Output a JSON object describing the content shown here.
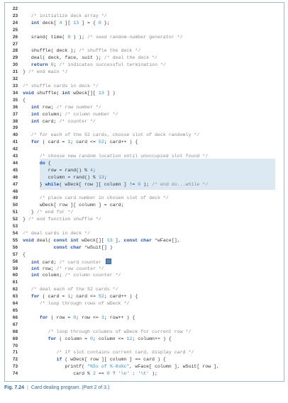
{
  "code_lines": [
    {
      "n": "22",
      "indent": 0,
      "tokens": []
    },
    {
      "n": "23",
      "indent": 3,
      "tokens": [
        [
          "cm",
          "/* initialize deck array */"
        ]
      ]
    },
    {
      "n": "24",
      "indent": 3,
      "tokens": [
        [
          "kw",
          "int"
        ],
        [
          "t",
          " deck[ "
        ],
        [
          "nm",
          "4"
        ],
        [
          "t",
          " ][ "
        ],
        [
          "nm",
          "13"
        ],
        [
          "t",
          " ] = { "
        ],
        [
          "nm",
          "0"
        ],
        [
          "t",
          " };"
        ]
      ]
    },
    {
      "n": "25",
      "indent": 0,
      "tokens": []
    },
    {
      "n": "26",
      "indent": 3,
      "tokens": [
        [
          "t",
          "srand( time( "
        ],
        [
          "nm",
          "0"
        ],
        [
          "t",
          " ) ); "
        ],
        [
          "cm",
          "/* seed random-number generator */"
        ]
      ]
    },
    {
      "n": "27",
      "indent": 0,
      "tokens": []
    },
    {
      "n": "28",
      "indent": 3,
      "tokens": [
        [
          "t",
          "shuffle( deck ); "
        ],
        [
          "cm",
          "/* shuffle the deck */"
        ]
      ]
    },
    {
      "n": "29",
      "indent": 3,
      "tokens": [
        [
          "t",
          "deal( deck, face, suit ); "
        ],
        [
          "cm",
          "/* deal the deck */"
        ]
      ]
    },
    {
      "n": "30",
      "indent": 3,
      "tokens": [
        [
          "kw",
          "return"
        ],
        [
          "t",
          " "
        ],
        [
          "nm",
          "0"
        ],
        [
          "t",
          "; "
        ],
        [
          "cm",
          "/* indicates successful termination */"
        ]
      ]
    },
    {
      "n": "31",
      "indent": 0,
      "tokens": [
        [
          "t",
          "} "
        ],
        [
          "cm",
          "/* end main */"
        ]
      ]
    },
    {
      "n": "32",
      "indent": 0,
      "tokens": []
    },
    {
      "n": "33",
      "indent": 0,
      "tokens": [
        [
          "cm",
          "/* shuffle cards in deck */"
        ]
      ]
    },
    {
      "n": "34",
      "indent": 0,
      "tokens": [
        [
          "kw",
          "void"
        ],
        [
          "t",
          " shuffle( "
        ],
        [
          "kw",
          "int"
        ],
        [
          "t",
          " wDeck[][ "
        ],
        [
          "nm",
          "13"
        ],
        [
          "t",
          " ] )"
        ]
      ]
    },
    {
      "n": "35",
      "indent": 0,
      "tokens": [
        [
          "t",
          "{"
        ]
      ]
    },
    {
      "n": "36",
      "indent": 3,
      "tokens": [
        [
          "kw",
          "int"
        ],
        [
          "t",
          " row; "
        ],
        [
          "cm",
          "/* row number */"
        ]
      ]
    },
    {
      "n": "37",
      "indent": 3,
      "tokens": [
        [
          "kw",
          "int"
        ],
        [
          "t",
          " column; "
        ],
        [
          "cm",
          "/* column number */"
        ]
      ]
    },
    {
      "n": "38",
      "indent": 3,
      "tokens": [
        [
          "kw",
          "int"
        ],
        [
          "t",
          " card; "
        ],
        [
          "cm",
          "/* counter */"
        ]
      ]
    },
    {
      "n": "39",
      "indent": 0,
      "tokens": []
    },
    {
      "n": "40",
      "indent": 3,
      "tokens": [
        [
          "cm",
          "/* for each of the 52 cards, choose slot of deck randomly */"
        ]
      ]
    },
    {
      "n": "41",
      "indent": 3,
      "tokens": [
        [
          "kw",
          "for"
        ],
        [
          "t",
          " ( card = "
        ],
        [
          "nm",
          "1"
        ],
        [
          "t",
          "; card <= "
        ],
        [
          "nm",
          "52"
        ],
        [
          "t",
          "; card++ ) {"
        ]
      ]
    },
    {
      "n": "42",
      "indent": 0,
      "tokens": []
    },
    {
      "n": "43",
      "indent": 6,
      "tokens": [
        [
          "cm",
          "/* choose new random location until unoccupied slot found */"
        ]
      ]
    },
    {
      "n": "44",
      "indent": 6,
      "tokens": [
        [
          "kw",
          "do"
        ],
        [
          "t",
          " {"
        ]
      ]
    },
    {
      "n": "45",
      "indent": 9,
      "tokens": [
        [
          "t",
          "row = rand() % "
        ],
        [
          "nm",
          "4"
        ],
        [
          "t",
          ";"
        ]
      ]
    },
    {
      "n": "46",
      "indent": 9,
      "tokens": [
        [
          "t",
          "column = rand() % "
        ],
        [
          "nm",
          "13"
        ],
        [
          "t",
          ";"
        ]
      ]
    },
    {
      "n": "47",
      "indent": 6,
      "tokens": [
        [
          "t",
          "} "
        ],
        [
          "kw",
          "while"
        ],
        [
          "t",
          "( wDeck[ row ][ column ] != "
        ],
        [
          "nm",
          "0"
        ],
        [
          "t",
          " ); "
        ],
        [
          "cm",
          "/* end do...while */"
        ]
      ]
    },
    {
      "n": "48",
      "indent": 0,
      "tokens": []
    },
    {
      "n": "49",
      "indent": 6,
      "tokens": [
        [
          "cm",
          "/* place card number in chosen slot of deck */"
        ]
      ]
    },
    {
      "n": "50",
      "indent": 6,
      "tokens": [
        [
          "t",
          "wDeck[ row ][ column ] = card;"
        ]
      ]
    },
    {
      "n": "51",
      "indent": 3,
      "tokens": [
        [
          "t",
          "} "
        ],
        [
          "cm",
          "/* end for */"
        ]
      ]
    },
    {
      "n": "52",
      "indent": 0,
      "tokens": [
        [
          "t",
          "} "
        ],
        [
          "cm",
          "/* end function shuffle */"
        ]
      ]
    },
    {
      "n": "53",
      "indent": 0,
      "tokens": []
    },
    {
      "n": "54",
      "indent": 0,
      "tokens": [
        [
          "cm",
          "/* deal cards in deck */"
        ]
      ]
    },
    {
      "n": "55",
      "indent": 0,
      "tokens": [
        [
          "kw",
          "void"
        ],
        [
          "t",
          " deal( "
        ],
        [
          "kw",
          "const int"
        ],
        [
          "t",
          " wDeck[][ "
        ],
        [
          "nm",
          "13"
        ],
        [
          "t",
          " ], "
        ],
        [
          "kw",
          "const char"
        ],
        [
          "t",
          " *wFace[],"
        ]
      ]
    },
    {
      "n": "56",
      "indent": 11,
      "tokens": [
        [
          "kw",
          "const char"
        ],
        [
          "t",
          " *wSuit[] )"
        ]
      ]
    },
    {
      "n": "57",
      "indent": 0,
      "tokens": [
        [
          "t",
          "{"
        ]
      ]
    },
    {
      "n": "58",
      "indent": 3,
      "tokens": [
        [
          "kw",
          "int"
        ],
        [
          "t",
          " card; "
        ],
        [
          "cm",
          "/* card counter "
        ],
        [
          "icon",
          "cursor-icon"
        ]
      ]
    },
    {
      "n": "59",
      "indent": 3,
      "tokens": [
        [
          "kw",
          "int"
        ],
        [
          "t",
          " row; "
        ],
        [
          "cm",
          "/* row counter */"
        ]
      ]
    },
    {
      "n": "60",
      "indent": 3,
      "tokens": [
        [
          "kw",
          "int"
        ],
        [
          "t",
          " column; "
        ],
        [
          "cm",
          "/* column counter */"
        ]
      ]
    },
    {
      "n": "61",
      "indent": 0,
      "tokens": []
    },
    {
      "n": "62",
      "indent": 3,
      "tokens": [
        [
          "cm",
          "/* deal each of the 52 cards */"
        ]
      ]
    },
    {
      "n": "63",
      "indent": 3,
      "tokens": [
        [
          "kw",
          "for"
        ],
        [
          "t",
          " ( card = "
        ],
        [
          "nm",
          "1"
        ],
        [
          "t",
          "; card <= "
        ],
        [
          "nm",
          "52"
        ],
        [
          "t",
          "; card++ ) {"
        ]
      ]
    },
    {
      "n": "64",
      "indent": 6,
      "tokens": [
        [
          "cm",
          "/* loop through rows of wDeck */"
        ]
      ]
    },
    {
      "n": "65",
      "indent": 0,
      "tokens": []
    },
    {
      "n": "66",
      "indent": 6,
      "tokens": [
        [
          "kw",
          "for"
        ],
        [
          "t",
          " ( row = "
        ],
        [
          "nm",
          "0"
        ],
        [
          "t",
          "; row <= "
        ],
        [
          "nm",
          "3"
        ],
        [
          "t",
          "; row++ ) {"
        ]
      ]
    },
    {
      "n": "67",
      "indent": 0,
      "tokens": []
    },
    {
      "n": "68",
      "indent": 9,
      "tokens": [
        [
          "cm",
          "/* loop through columns of wDeck for current row */"
        ]
      ]
    },
    {
      "n": "69",
      "indent": 9,
      "tokens": [
        [
          "kw",
          "for"
        ],
        [
          "t",
          " ( column = "
        ],
        [
          "nm",
          "0"
        ],
        [
          "t",
          "; column <= "
        ],
        [
          "nm",
          "12"
        ],
        [
          "t",
          "; column++ ) {"
        ]
      ]
    },
    {
      "n": "70",
      "indent": 0,
      "tokens": []
    },
    {
      "n": "71",
      "indent": 12,
      "tokens": [
        [
          "cm",
          "/* if slot contains current card, display card */"
        ]
      ]
    },
    {
      "n": "72",
      "indent": 12,
      "tokens": [
        [
          "kw",
          "if"
        ],
        [
          "t",
          " ( wDeck[ row ][ column ] == card ) {"
        ]
      ]
    },
    {
      "n": "73",
      "indent": 15,
      "tokens": [
        [
          "t",
          "printf( "
        ],
        [
          "str",
          "\"%5s of %-8s%c\""
        ],
        [
          "t",
          ", wFace[ column ], wSuit[ row ],"
        ]
      ]
    },
    {
      "n": "74",
      "indent": 18,
      "tokens": [
        [
          "t",
          "card % "
        ],
        [
          "nm",
          "2"
        ],
        [
          "t",
          " == "
        ],
        [
          "nm",
          "0"
        ],
        [
          "t",
          " ? "
        ],
        [
          "str",
          "'\\n'"
        ],
        [
          "t",
          " : "
        ],
        [
          "str",
          "'\\t'"
        ],
        [
          "t",
          " );"
        ]
      ]
    }
  ],
  "caption": {
    "figure": "Fig. 7.24",
    "separator": "|",
    "text": "Card dealing program. (Part 2 of 3.)"
  }
}
